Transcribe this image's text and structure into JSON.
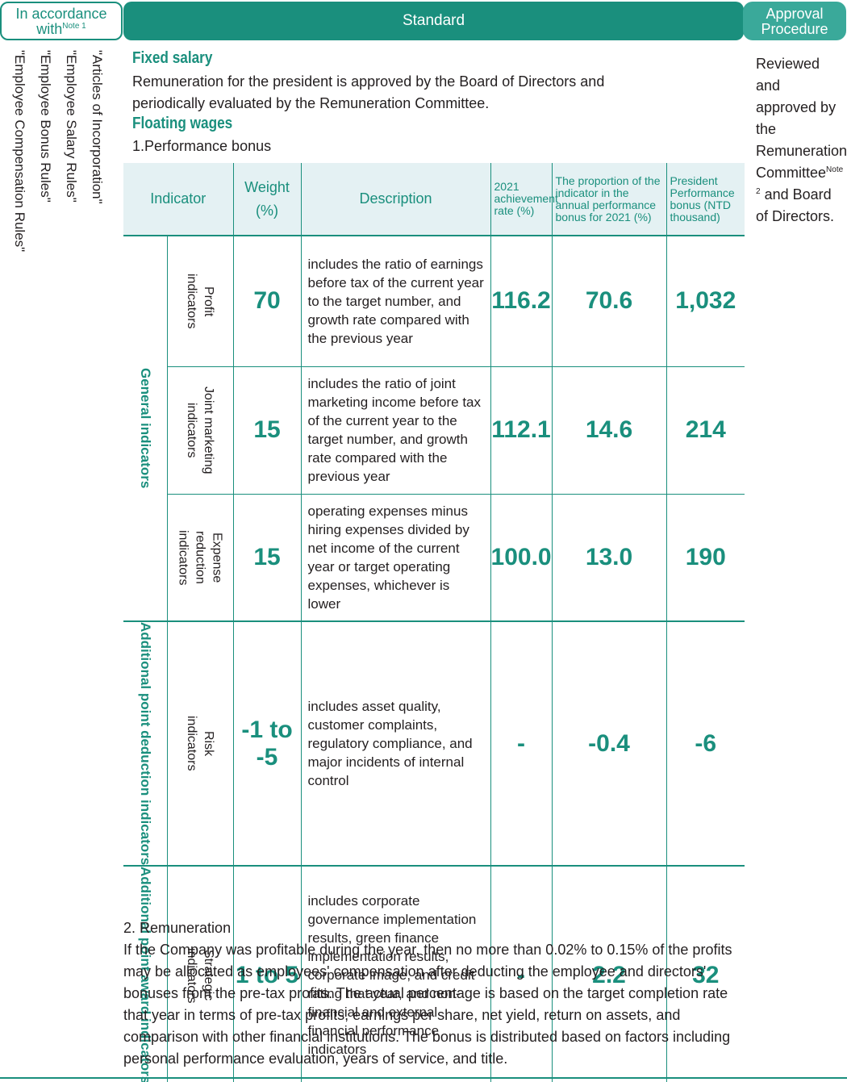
{
  "header": {
    "left_label": "In accordance with",
    "left_note": "Note 1",
    "middle_label": "Standard",
    "right_label": "Approval Procedure"
  },
  "left_column": {
    "rules": [
      "\"Articles of Incorporation\"",
      "\"Employee Salary Rules\"",
      "\"Employee Bonus Rules\"",
      "\"Employee Compensation Rules\""
    ]
  },
  "standard": {
    "fixed_salary_title": "Fixed salary",
    "fixed_salary_text": "Remuneration for the president is approved by the Board of Directors and periodically evaluated by the Remuneration Committee.",
    "floating_wages_title": "Floating wages",
    "performance_bonus_title": "1.Performance bonus"
  },
  "approval": {
    "text_before_note": "Reviewed and approved by the Remuneration Committee",
    "note": "Note 2",
    "text_after_note": " and Board of Directors."
  },
  "table": {
    "headers": {
      "indicator": "Indicator",
      "weight": "Weight (%)",
      "description": "Description",
      "achievement": "2021 achievement rate (%)",
      "proportion": "The proportion of the indicator in the annual performance bonus for 2021 (%)",
      "bonus": "President Performance bonus (NTD thousand)"
    },
    "groups": {
      "general": "General indicators",
      "deduction": "Additional point deduction indicators",
      "award": "Additional point award indicators"
    },
    "rows": [
      {
        "indicator": "Profit indicators",
        "weight": "70",
        "description": "includes the ratio of earnings before tax of the current year to the target number, and growth rate compared with the previous year",
        "achievement": "116.2",
        "proportion": "70.6",
        "bonus": "1,032"
      },
      {
        "indicator": "Joint marketing indicators",
        "weight": "15",
        "description": "includes the ratio of joint marketing income before tax of the current year to the target number, and growth rate compared with the previous year",
        "achievement": "112.1",
        "proportion": "14.6",
        "bonus": "214"
      },
      {
        "indicator": "Expense reduction indicators",
        "weight": "15",
        "description": "operating expenses minus hiring expenses divided by net income of the current year or target operating expenses, whichever is lower",
        "achievement": "100.0",
        "proportion": "13.0",
        "bonus": "190"
      },
      {
        "indicator": "Risk indicators",
        "weight": "-1 to -5",
        "description": "includes asset quality, customer complaints, regulatory compliance, and major incidents of internal control",
        "achievement": "-",
        "proportion": "-0.4",
        "bonus": "-6"
      },
      {
        "indicator": "Strategic indicators",
        "weight": "1 to 5",
        "description": "includes corporate governance implementation results, green finance implementation results, corporate image, and credit rating that year, and non-financial and external financial performance indicators",
        "achievement": "-",
        "proportion": "2.2",
        "bonus": "32"
      }
    ]
  },
  "remuneration": {
    "title": "2. Remuneration",
    "text": "If the Company was profitable during the year, then no more than 0.02% to 0.15% of the profits may be allocated as employees' compensation after deducting the employee and directors' bonuses from the pre-tax profits. The actual percentage is based on the target completion rate that year in terms of pre-tax profits, earnings per share, net yield, return on assets, and comparison with other financial institutions. The bonus is distributed based on factors including personal performance evaluation, years of service, and title."
  }
}
